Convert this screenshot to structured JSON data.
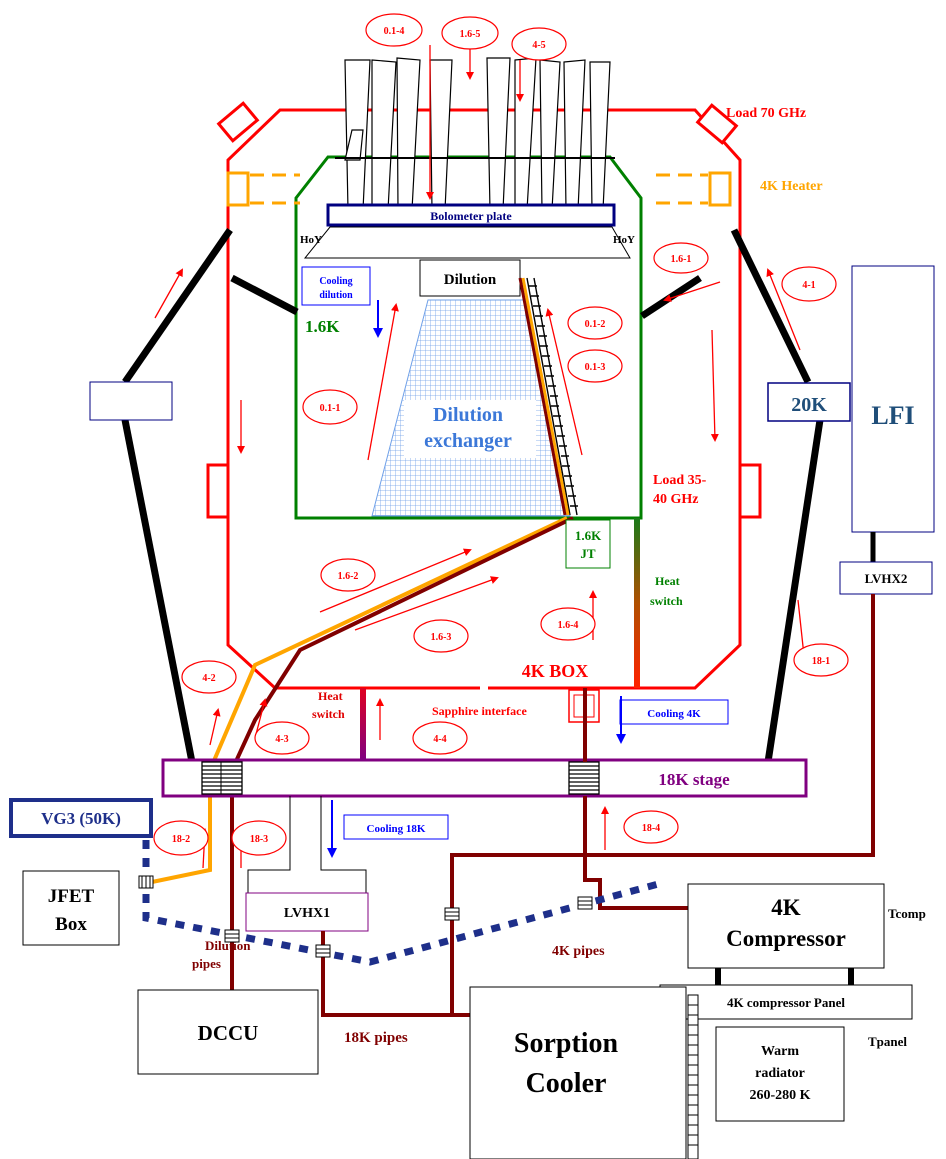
{
  "labels": {
    "load70": "Load 70 GHz",
    "heater": "4K Heater",
    "bolometer": "Bolometer plate",
    "hoy": "HoY",
    "dilution": "Dilution",
    "cooling_dilution_1": "Cooling",
    "cooling_dilution_2": "dilution",
    "k16": "1.6K",
    "dilution_exchanger_1": "Dilution",
    "dilution_exchanger_2": "exchanger",
    "k20": "20K",
    "lfi": "LFI",
    "load35_1": "Load 35-",
    "load35_2": "40 GHz",
    "jt_1": "1.6K",
    "jt_2": "JT",
    "heat_switch_right_1": "Heat",
    "heat_switch_right_2": "switch",
    "lvhx2": "LVHX2",
    "box4k": "4K BOX",
    "heat_switch_left_1": "Heat",
    "heat_switch_left_2": "switch",
    "sapphire": "Sapphire interface",
    "cooling4k": "Cooling 4K",
    "stage18k": "18K stage",
    "vg3": "VG3 (50K)",
    "cooling18k": "Cooling 18K",
    "jfet_1": "JFET",
    "jfet_2": "Box",
    "lvhx1": "LVHX1",
    "dilution_pipes_1": "Dilution",
    "dilution_pipes_2": "pipes",
    "compressor_1": "4K",
    "compressor_2": "Compressor",
    "tcomp": "Tcomp",
    "pipes4k": "4K pipes",
    "compressor_panel": "4K compressor Panel",
    "tpanel": "Tpanel",
    "dccu": "DCCU",
    "sorption_1": "Sorption",
    "sorption_2": "Cooler",
    "pipes18k": "18K pipes",
    "warm_1": "Warm",
    "warm_2": "radiator",
    "warm_3": "260-280 K"
  },
  "ovals": {
    "o014": "0.1-4",
    "o165": "1.6-5",
    "o45": "4-5",
    "o161": "1.6-1",
    "o41": "4-1",
    "o012": "0.1-2",
    "o013": "0.1-3",
    "o011": "0.1-1",
    "o162": "1.6-2",
    "o163": "1.6-3",
    "o164": "1.6-4",
    "o181": "18-1",
    "o42": "4-2",
    "o43": "4-3",
    "o44": "4-4",
    "o182": "18-2",
    "o183": "18-3",
    "o184": "18-4"
  },
  "colors": {
    "red": "#ff0000",
    "green": "#008000",
    "navy": "#000080",
    "blue": "#0000ff",
    "orange": "#ffa500",
    "darkred": "#800000",
    "purple": "#800080",
    "lfi_text": "#1f4e79",
    "exchanger": "#3c78d8"
  }
}
